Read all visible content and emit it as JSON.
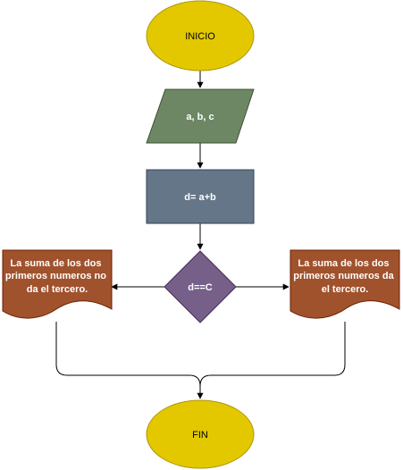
{
  "colors": {
    "terminal_fill": "#e3c800",
    "terminal_stroke": "#b09500",
    "io_fill": "#6d8764",
    "io_stroke": "#3a5431",
    "process_fill": "#647687",
    "process_stroke": "#314354",
    "decision_fill": "#76608a",
    "decision_stroke": "#432d57",
    "document_fill": "#a0522d",
    "document_stroke": "#6d1f00",
    "connector": "#000000"
  },
  "nodes": {
    "start": {
      "shape": "ellipse",
      "label": "INICIO"
    },
    "input": {
      "shape": "parallelogram",
      "label": "a, b, c"
    },
    "process": {
      "shape": "rectangle",
      "label": "d= a+b"
    },
    "decision": {
      "shape": "diamond",
      "label": "d==C"
    },
    "output_no": {
      "shape": "document",
      "lines": [
        "La suma de los dos",
        "primeros numeros no",
        "da el tercero."
      ]
    },
    "output_yes": {
      "shape": "document",
      "lines": [
        "La suma de los dos",
        "primeros numeros da",
        "el tercero."
      ]
    },
    "end": {
      "shape": "ellipse",
      "label": "FIN"
    }
  },
  "edges": [
    {
      "from": "start",
      "to": "input"
    },
    {
      "from": "input",
      "to": "process"
    },
    {
      "from": "process",
      "to": "decision"
    },
    {
      "from": "decision",
      "to": "output_no"
    },
    {
      "from": "decision",
      "to": "output_yes"
    },
    {
      "from": "output_no",
      "to": "end"
    },
    {
      "from": "output_yes",
      "to": "end"
    }
  ]
}
